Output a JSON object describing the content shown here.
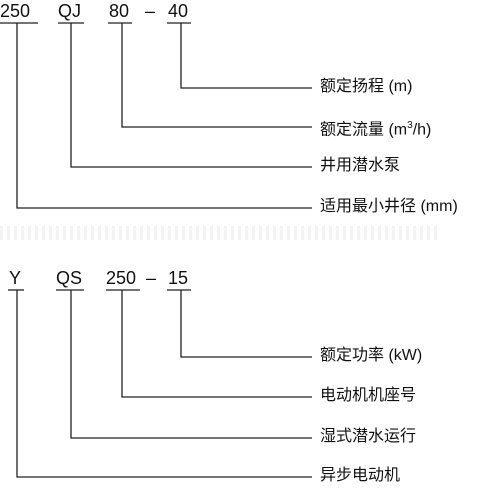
{
  "diagram_1": {
    "codes": [
      "250",
      "QJ",
      "80",
      "–",
      "40"
    ],
    "labels": [
      {
        "main": "额定扬程",
        "unit": " (m)",
        "sup": ""
      },
      {
        "main": "额定流量",
        "unit": " (m",
        "sup": "3",
        "unit_tail": "/h)"
      },
      {
        "main": "井用潜水泵",
        "unit": "",
        "sup": ""
      },
      {
        "main": "适用最小井径",
        "unit": " (mm)",
        "sup": ""
      }
    ]
  },
  "diagram_2": {
    "codes": [
      "Y",
      "QS",
      "250",
      "–",
      "15"
    ],
    "labels": [
      {
        "main": "额定功率",
        "unit": " (kW)"
      },
      {
        "main": "电动机机座号",
        "unit": ""
      },
      {
        "main": "湿式潜水运行",
        "unit": ""
      },
      {
        "main": "异步电动机",
        "unit": ""
      }
    ]
  }
}
